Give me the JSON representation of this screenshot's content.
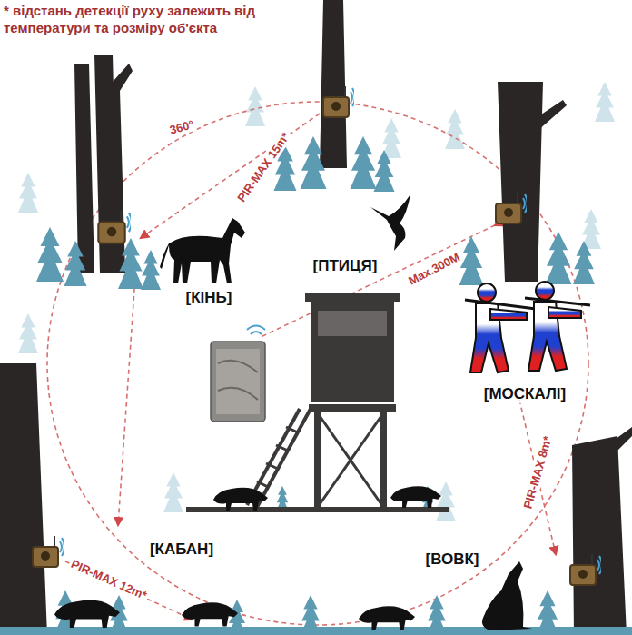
{
  "diagram": {
    "labels": [
      "* відстань детекції руху залежить від температури та розміру об'єкта",
      "360°",
      "PIR-MAX 15m*",
      "[КІНЬ]",
      "[ПТИЦЯ]",
      "Max.300M",
      "[МОСКАЛІ]",
      "PIR-MAX 8m*",
      "[КАБАН]",
      "[ВОВК]",
      "PIR-MAX 12m*"
    ]
  }
}
